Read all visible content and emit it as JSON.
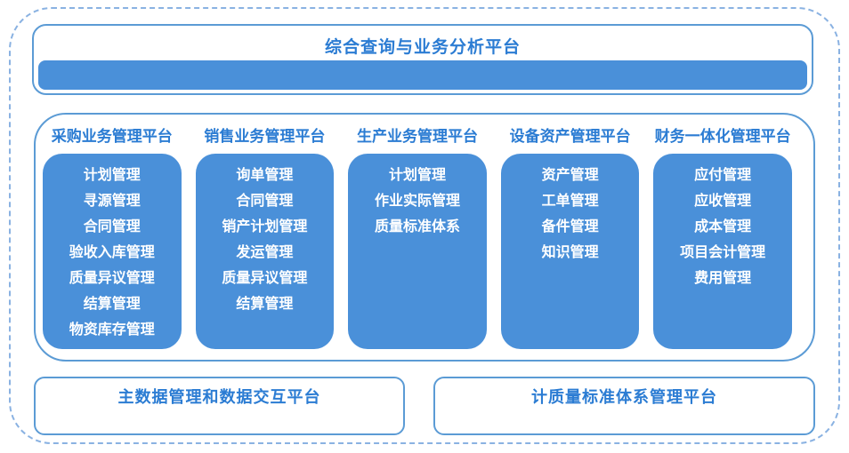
{
  "top_platform": {
    "title": "综合查询与业务分析平台"
  },
  "columns": [
    {
      "title": "采购业务管理平台",
      "items": [
        "计划管理",
        "寻源管理",
        "合同管理",
        "验收入库管理",
        "质量异议管理",
        "结算管理",
        "物资库存管理"
      ]
    },
    {
      "title": "销售业务管理平台",
      "items": [
        "询单管理",
        "合同管理",
        "销产计划管理",
        "发运管理",
        "质量异议管理",
        "结算管理"
      ]
    },
    {
      "title": "生产业务管理平台",
      "items": [
        "计划管理",
        "作业实际管理",
        "质量标准体系"
      ]
    },
    {
      "title": "设备资产管理平台",
      "items": [
        "资产管理",
        "工单管理",
        "备件管理",
        "知识管理"
      ]
    },
    {
      "title": "财务一体化管理平台",
      "items": [
        "应付管理",
        "应收管理",
        "成本管理",
        "项目会计管理",
        "费用管理"
      ]
    }
  ],
  "bottom_platforms": [
    {
      "title": "主数据管理和数据交互平台"
    },
    {
      "title": "计质量标准体系管理平台"
    }
  ],
  "colors": {
    "fill": "#4a90d9",
    "border": "#5b9bd5",
    "text": "#2b7cd3",
    "dashed": "#8ab2e2",
    "item_text": "#ffffff",
    "bg": "#ffffff"
  }
}
